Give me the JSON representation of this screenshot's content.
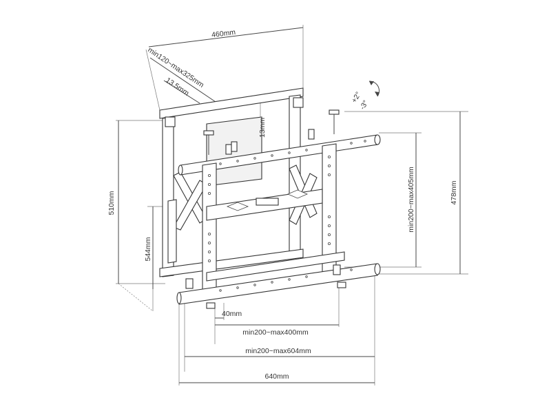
{
  "dimensions": {
    "width_top": "460mm",
    "depth_range": "min120~max325mm",
    "offset_small": "13.5mm",
    "gap_13": "13mm",
    "height_510": "510mm",
    "height_544": "544mm",
    "vertical_range": "min200~max405mm",
    "height_478": "478mm",
    "gap_40": "40mm",
    "horizontal_range_400": "min200~max400mm",
    "horizontal_range_604": "min200~max604mm",
    "width_bottom": "640mm"
  },
  "tilt": {
    "plus": "+2°",
    "minus": "-3°"
  }
}
